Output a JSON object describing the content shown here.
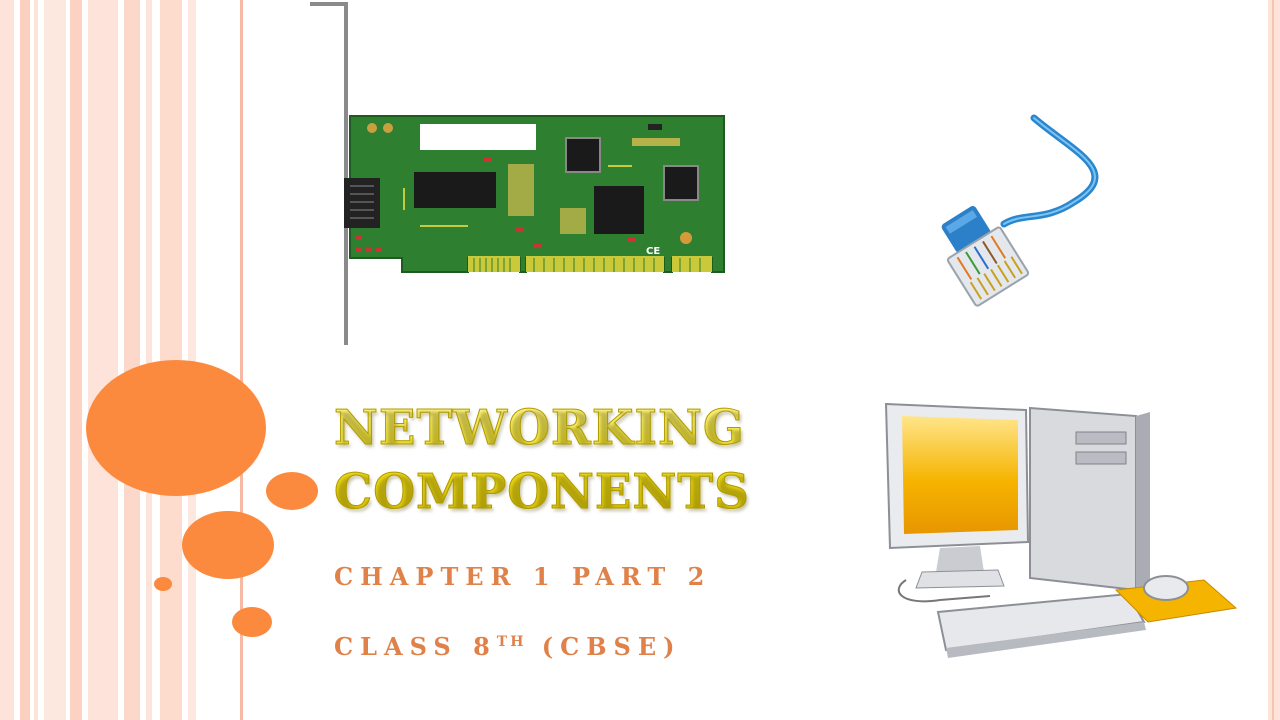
{
  "slide": {
    "title_line1": "NETWORKING",
    "title_line2": "COMPONENTS",
    "subtitle1": "CHAPTER 1 PART 2",
    "subtitle2_pre": "CLASS 8",
    "subtitle2_sup": "TH",
    "subtitle2_post": " (CBSE)"
  },
  "card_label": "CE",
  "colors": {
    "accent_orange": "#fb8a3f",
    "title_yellow": "#f2e021",
    "subtitle_orange": "#e0814a",
    "pcb_green": "#2f7f30"
  },
  "icons": [
    "network-card-icon",
    "ethernet-cable-icon",
    "desktop-computer-icon"
  ]
}
